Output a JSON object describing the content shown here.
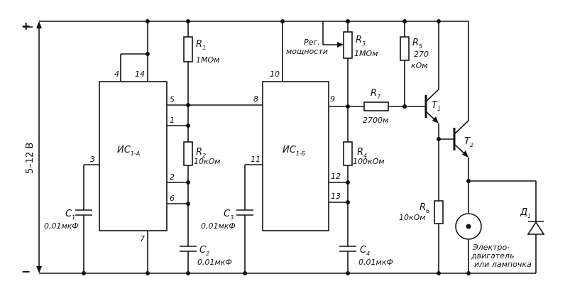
{
  "rails": {
    "plus": "+",
    "minus": "−",
    "supply": "5–12 В"
  },
  "ic_a": {
    "label": "ИС",
    "sub": "1-А",
    "pins": [
      "4",
      "14",
      "5",
      "1",
      "2",
      "6",
      "3",
      "7"
    ]
  },
  "ic_b": {
    "label": "ИС",
    "sub": "1-Б",
    "pins": [
      "10",
      "8",
      "9",
      "11",
      "12",
      "13"
    ]
  },
  "components": {
    "r1": {
      "name": "R",
      "sub": "1",
      "value": "1МОм"
    },
    "r2": {
      "name": "R",
      "sub": "2",
      "value": "10кОм"
    },
    "r3": {
      "name": "R",
      "sub": "3",
      "value": "1МОм"
    },
    "r4": {
      "name": "R",
      "sub": "4",
      "value": "100кОм"
    },
    "r5": {
      "name": "R",
      "sub": "5",
      "value": [
        "270",
        "кОм"
      ]
    },
    "r6": {
      "name": "R",
      "sub": "6",
      "value": "10кОм"
    },
    "r7": {
      "name": "R",
      "sub": "7",
      "value": "2700м"
    },
    "c1": {
      "name": "C",
      "sub": "1",
      "value": "0,01мкФ"
    },
    "c2": {
      "name": "C",
      "sub": "2",
      "value": "0,01мкФ"
    },
    "c3": {
      "name": "C",
      "sub": "3",
      "value": "0,01мкФ"
    },
    "c4": {
      "name": "C",
      "sub": "4",
      "value": "0,01мкФ"
    },
    "t1": {
      "name": "T",
      "sub": "1"
    },
    "t2": {
      "name": "T",
      "sub": "2"
    },
    "a1": {
      "name": "Д",
      "sub": "1"
    }
  },
  "power_label": [
    "Рег.",
    "мощности"
  ],
  "load_label": [
    "Электро-",
    "двигатель",
    "или лампочка"
  ]
}
